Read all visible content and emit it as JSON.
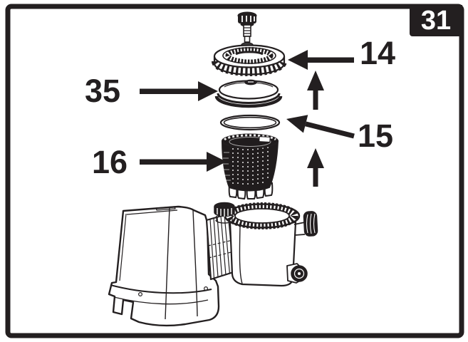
{
  "figure": {
    "step_number": "31",
    "ink_color": "#231f20",
    "background_color": "#ffffff",
    "description_names": {
      "part_14": "strainer-cover",
      "part_35": "lid-seal-cover",
      "part_15": "o-ring",
      "part_16": "strainer-basket"
    }
  },
  "callouts": {
    "part14": {
      "label": "14"
    },
    "part35": {
      "label": "35"
    },
    "part15": {
      "label": "15"
    },
    "part16": {
      "label": "16"
    }
  }
}
